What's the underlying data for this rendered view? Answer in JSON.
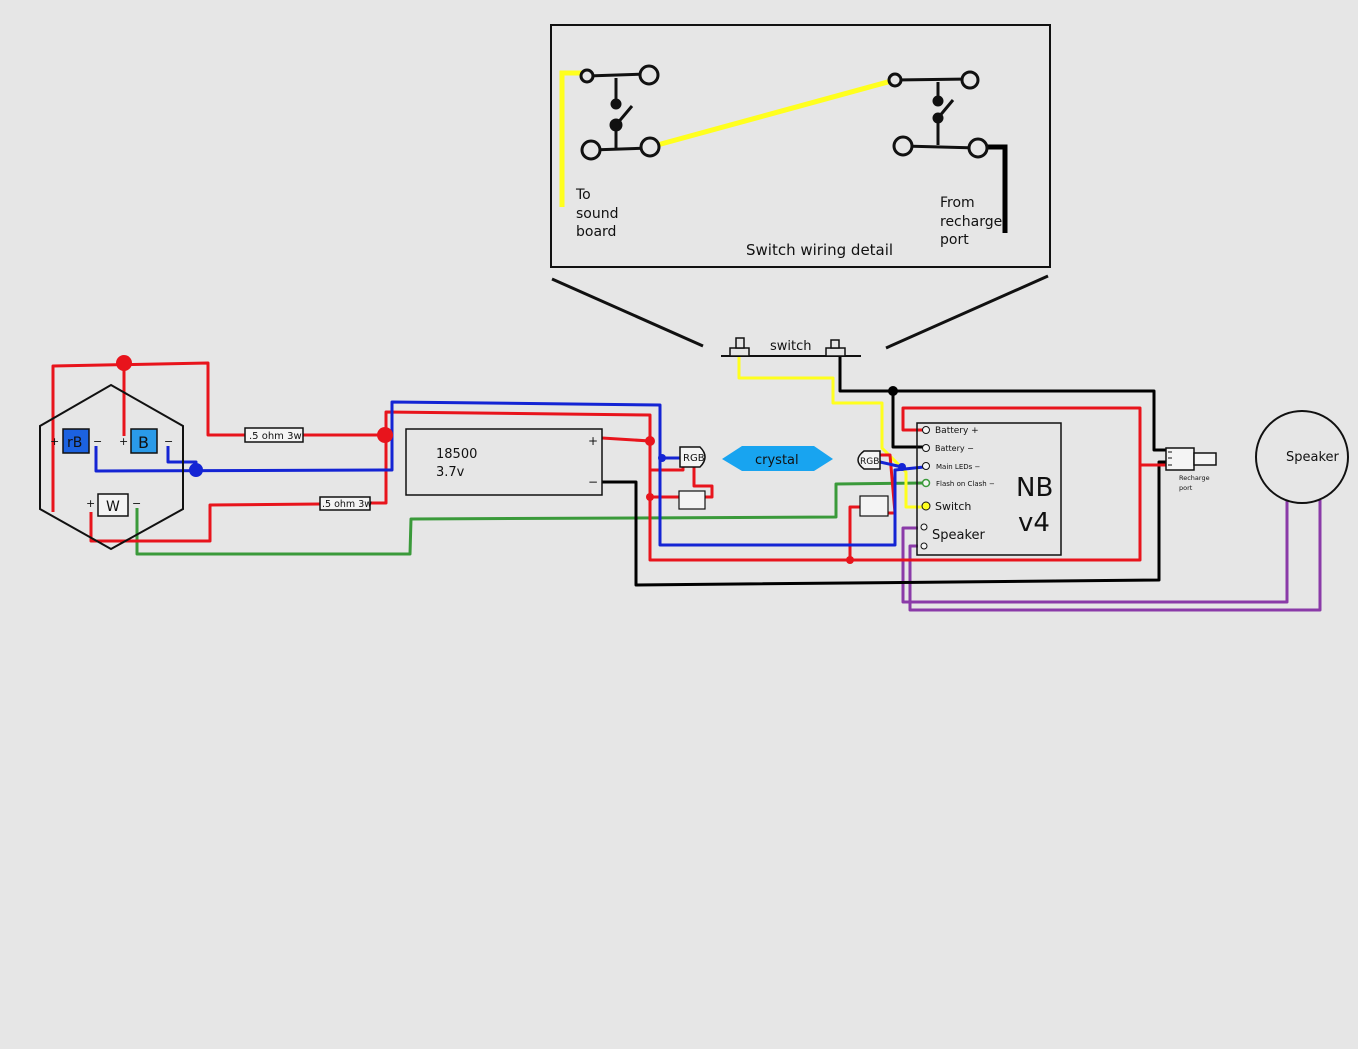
{
  "detail": {
    "title": "Switch wiring detail",
    "to_sound_board": [
      "To",
      "sound",
      "board"
    ],
    "from_recharge_port": [
      "From",
      "recharge",
      "port"
    ]
  },
  "switch_label": "switch",
  "led_module": {
    "rb_label": "rB",
    "b_label": "B",
    "w_label": "W",
    "plus": "+",
    "minus": "−"
  },
  "resistors": [
    ".5 ohm 3w",
    ".5 ohm 3w"
  ],
  "battery": {
    "line1": "18500",
    "line2": "3.7v",
    "plus": "+",
    "minus": "−"
  },
  "rgb_left": "RGB",
  "rgb_right": "RGB",
  "crystal": "crystal",
  "board": {
    "title_line1": "NB",
    "title_line2": "v4",
    "pins": [
      "Battery +",
      "Battery −",
      "Main LEDs −",
      "Flash on Clash −",
      "Switch",
      "Speaker"
    ]
  },
  "recharge_port": [
    "Recharge",
    "port"
  ],
  "speaker": "Speaker",
  "colors": {
    "background": "#e6e6e6",
    "wire_red": "#e8141c",
    "wire_blue": "#1424d4",
    "wire_black": "#000000",
    "wire_yellow": "#ffff1e",
    "wire_green": "#3a9a3a",
    "wire_purple": "#8a3aa8",
    "crystal": "#18a4f0",
    "led_blue": "#1c62e0",
    "led_light_blue": "#2a9ae8"
  }
}
